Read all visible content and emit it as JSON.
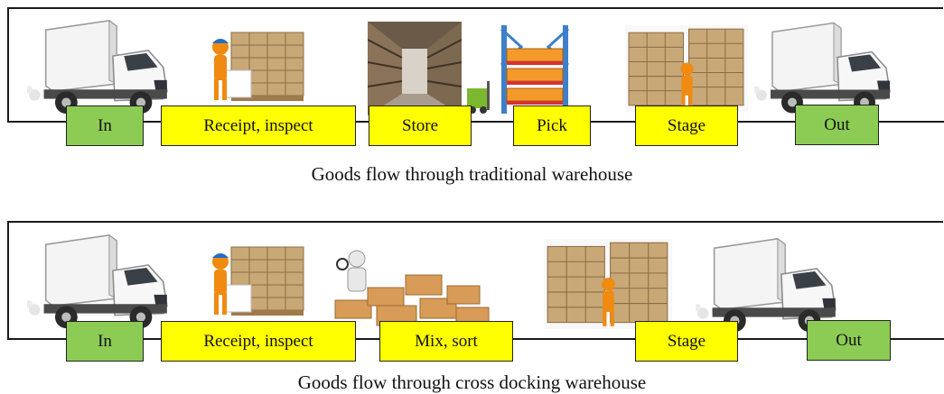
{
  "traditional": {
    "caption": "Goods flow through traditional warehouse",
    "stages": [
      {
        "label": "In",
        "type": "endpoint",
        "color": "#8ccc55"
      },
      {
        "label": "Receipt, inspect",
        "type": "process",
        "color": "#ffff00"
      },
      {
        "label": "Store",
        "type": "process",
        "color": "#ffff00"
      },
      {
        "label": "Pick",
        "type": "process",
        "color": "#ffff00"
      },
      {
        "label": "Stage",
        "type": "process",
        "color": "#ffff00"
      },
      {
        "label": "Out",
        "type": "endpoint",
        "color": "#8ccc55"
      }
    ],
    "images": [
      "truck-icon",
      "worker-with-pallet-icon",
      "warehouse-aisle-icon",
      "pallet-rack-forklift-icon",
      "stacked-pallets-worker-icon",
      "truck-icon"
    ]
  },
  "crossdock": {
    "caption": "Goods flow through cross docking warehouse",
    "stages": [
      {
        "label": "In",
        "type": "endpoint",
        "color": "#8ccc55"
      },
      {
        "label": "Receipt, inspect",
        "type": "process",
        "color": "#ffff00"
      },
      {
        "label": "Mix, sort",
        "type": "process",
        "color": "#ffff00"
      },
      {
        "label": "Stage",
        "type": "process",
        "color": "#ffff00"
      },
      {
        "label": "Out",
        "type": "endpoint",
        "color": "#8ccc55"
      }
    ],
    "images": [
      "truck-icon",
      "worker-with-pallet-icon",
      "figure-with-magnifier-boxes-icon",
      "stacked-pallets-worker-icon",
      "truck-icon"
    ]
  }
}
